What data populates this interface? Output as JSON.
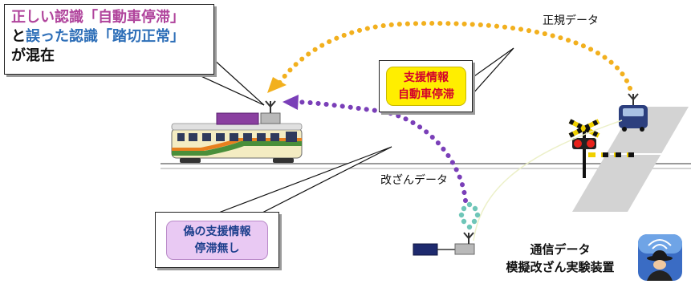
{
  "callout_train": {
    "line1": "正しい認識「自動車停滞」",
    "line2_prefix": "と",
    "line2_highlight": "誤った認識「踏切正常」",
    "line3": "が混在"
  },
  "support_info": {
    "title": "支援情報",
    "value": "自動車停滞"
  },
  "fake_info": {
    "title": "偽の支援情報",
    "value": "停滞無し"
  },
  "labels": {
    "legitimate_data": "正規データ",
    "tampered_data": "改ざんデータ",
    "device_line1": "通信データ",
    "device_line2": "模擬改ざん実験装置"
  },
  "colors": {
    "legit_arrow": "#f2b01e",
    "tampered_arrow": "#7a3fb8",
    "signal_dots": "#6fc6b8",
    "support_bg": "#ffee00",
    "support_text": "#d4002a",
    "fake_bg": "#e9c9f3",
    "fake_text": "#1c3f8c"
  },
  "icons": {
    "train": "train-icon",
    "car": "car-icon",
    "crossing": "railroad-crossing-icon",
    "antenna": "antenna-icon",
    "device": "tampering-device-icon",
    "hacker": "hacker-icon"
  }
}
